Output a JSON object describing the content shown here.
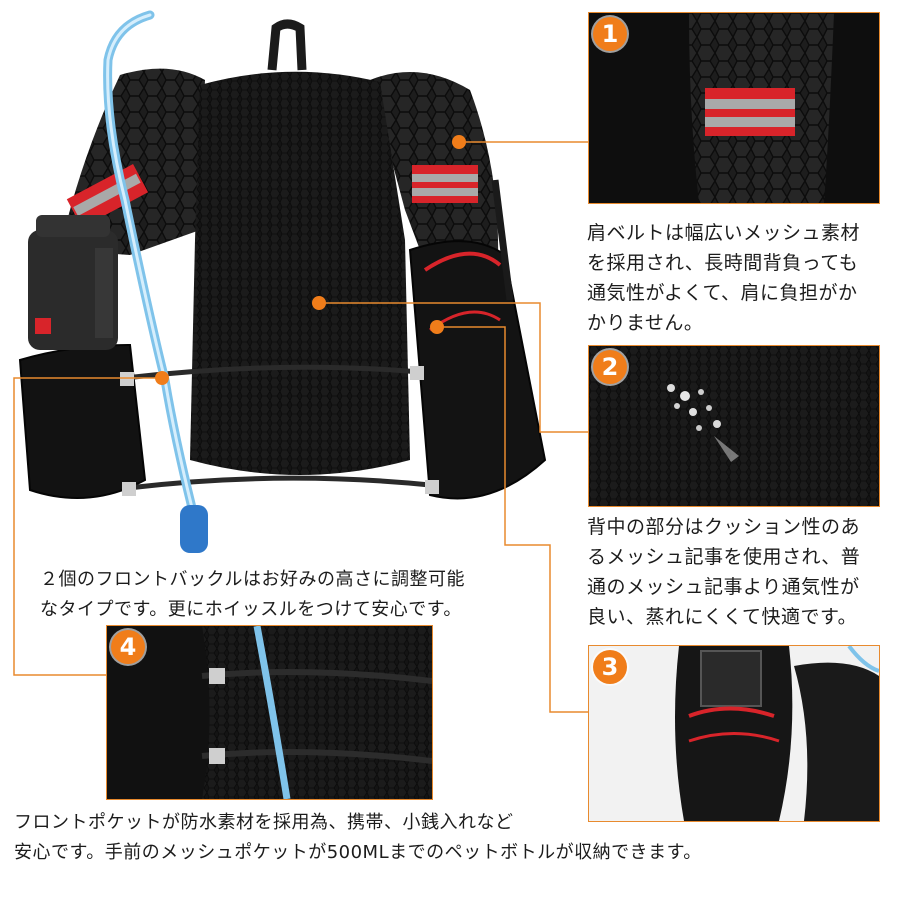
{
  "callouts": [
    {
      "number": "1",
      "text": "肩ベルトは幅広いメッシュ素材\nを採用され、長時間背負っても\n通気性がよくて、肩に負担がか\nかりません。"
    },
    {
      "number": "2",
      "text": "背中の部分はクッション性のあ\nるメッシュ記事を使用され、普\n通のメッシュ記事より通気性が\n良い、蒸れにくくて快適です。"
    },
    {
      "number": "3",
      "text": "フロントポケットが防水素材を採用為、携帯、小銭入れなど\n安心です。手前のメッシュポケットが500MLまでのペットボトルが収納できます。"
    },
    {
      "number": "4",
      "text": "２個のフロントバックルはお好みの高さに調整可能\nなタイプです。更にホイッスルをつけて安心です。"
    }
  ],
  "colors": {
    "accent": "#f07d1a",
    "pack_black": "#161616",
    "reflective_red": "#d8242a",
    "reflective_silver": "#a9a9a9",
    "hose_blue": "#7fc3ea"
  }
}
